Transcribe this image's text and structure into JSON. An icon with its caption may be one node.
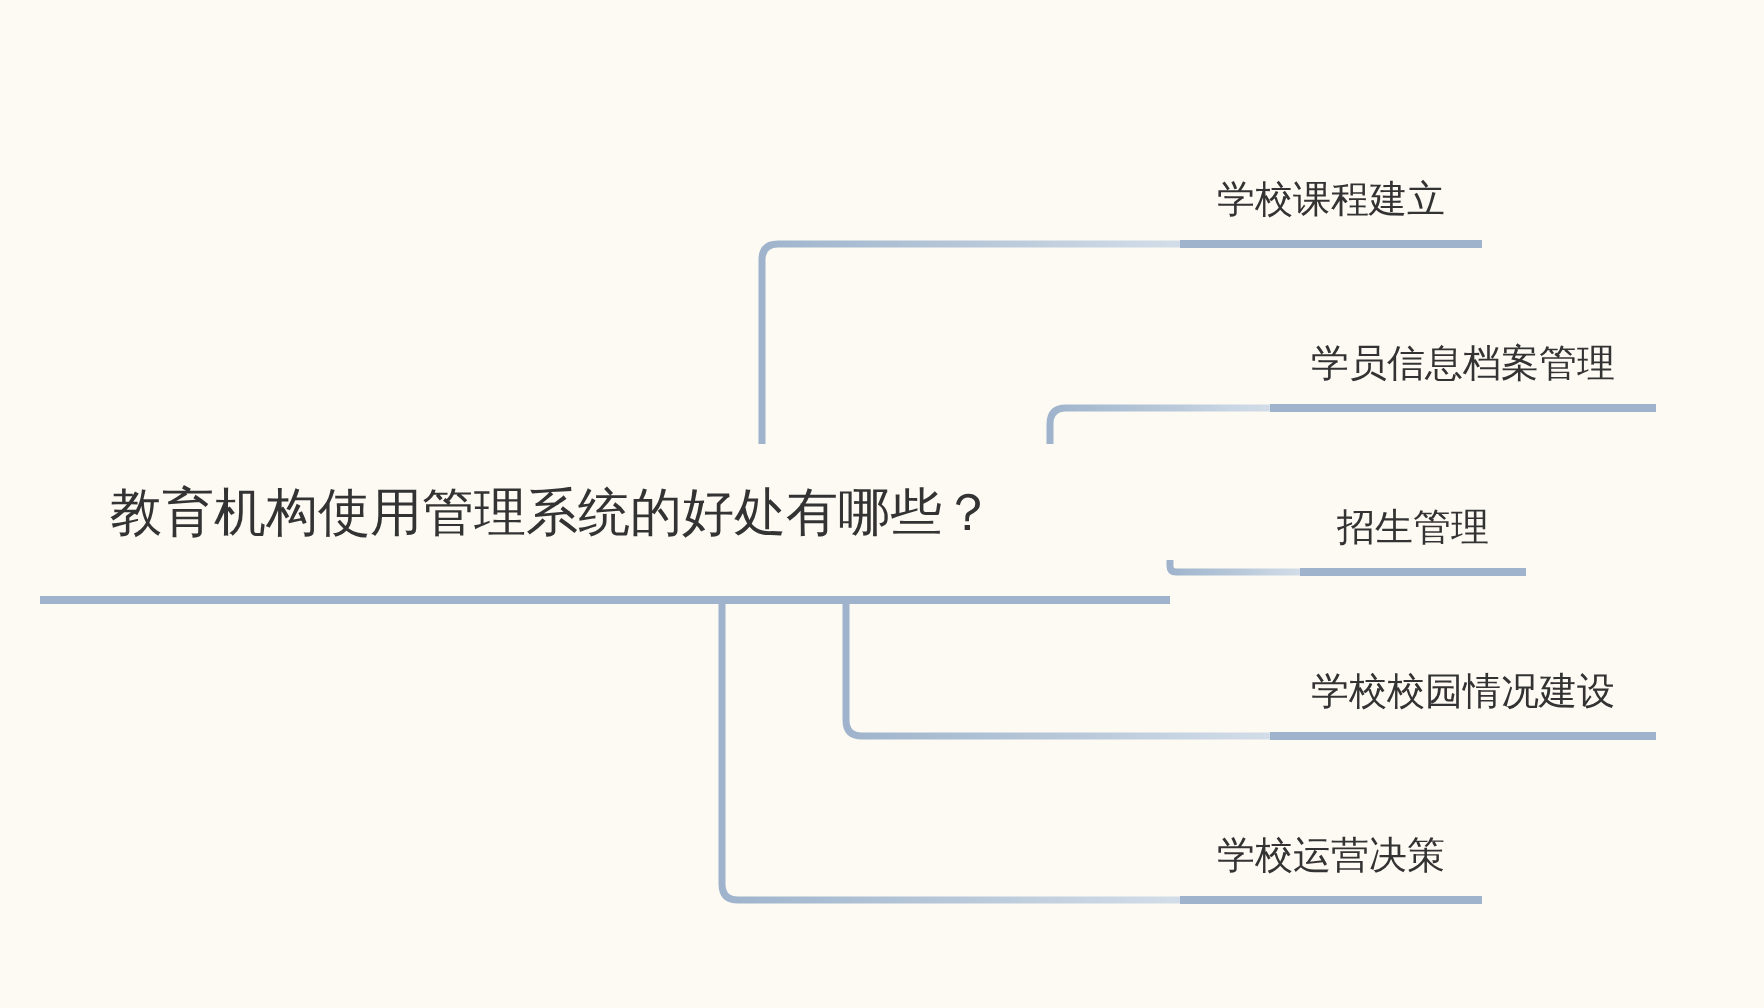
{
  "diagram": {
    "nodes": [
      {
        "text": [
          "教育机构使用管理系统的好处有哪些？"
        ]
      },
      {
        "text": [
          "学校课程建立"
        ]
      },
      {
        "text": [
          "学员信息档案管理"
        ]
      },
      {
        "text": [
          "招生管理"
        ]
      },
      {
        "text": [
          "学校校园情况建设"
        ]
      },
      {
        "text": [
          "学校运营决策"
        ]
      }
    ],
    "edges": [
      {
        "from": 0,
        "to": 1,
        "arrow": "none"
      },
      {
        "from": 0,
        "to": 2,
        "arrow": "none"
      },
      {
        "from": 0,
        "to": 3,
        "arrow": "none"
      },
      {
        "from": 0,
        "to": 4,
        "arrow": "none"
      },
      {
        "from": 0,
        "to": 5,
        "arrow": "none"
      }
    ]
  }
}
